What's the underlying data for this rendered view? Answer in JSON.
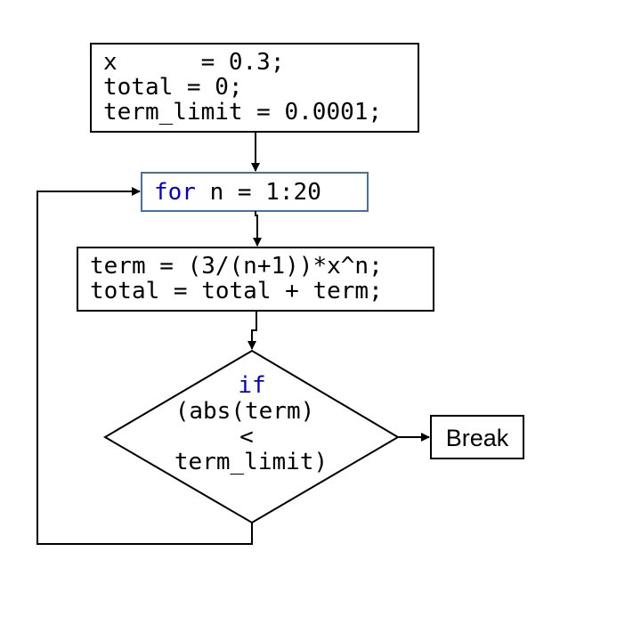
{
  "init_block": {
    "line1": "x      = 0.3;",
    "line2": "total = 0;",
    "line3": "term_limit = 0.0001;"
  },
  "loop_block": {
    "keyword": "for",
    "expr": " n = 1:20"
  },
  "body_block": {
    "line1": "term = (3/(n+1))*x^n;",
    "line2": "total = total + term;"
  },
  "decision": {
    "keyword": "if",
    "line2": "(abs(term)",
    "line3": "<",
    "line4": "term_limit)"
  },
  "exit_block": {
    "label": "Break"
  },
  "colors": {
    "keyword": "#0000c8",
    "loop_border": "#4a6fa5"
  }
}
